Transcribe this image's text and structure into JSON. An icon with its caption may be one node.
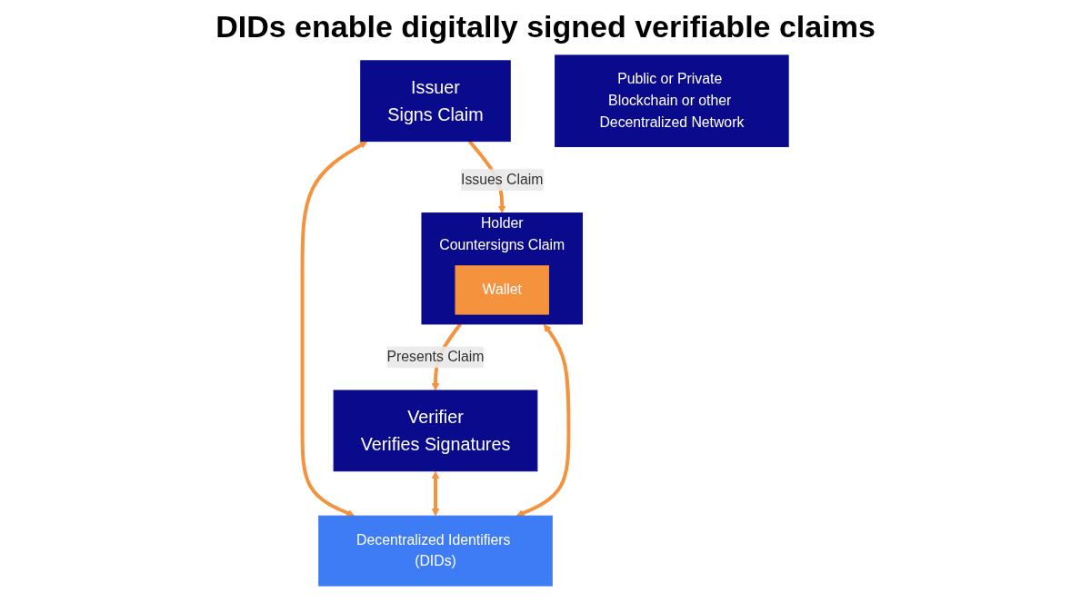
{
  "diagram": {
    "title": "DIDs enable digitally signed verifiable claims",
    "nodes": [
      {
        "text": [
          "Issuer",
          "Signs Claim"
        ]
      },
      {
        "text": [
          "Holder",
          "Countersigns Claim"
        ]
      },
      {
        "text": [
          "Wallet"
        ],
        "in": 1
      },
      {
        "text": [
          "Verifier",
          "Verifies Signatures"
        ]
      },
      {
        "text": [
          "Decentralized Identifiers (DIDs)"
        ]
      },
      {
        "text": [
          "Public or Private Blockchain or other Decentralized Network"
        ]
      }
    ],
    "edges": [
      {
        "from": 0,
        "to": 1,
        "arrow": "to",
        "label": "Issues Claim"
      },
      {
        "from": 1,
        "to": 3,
        "arrow": "to",
        "label": "Presents Claim"
      },
      {
        "from": 0,
        "to": 4,
        "arrow": "both"
      },
      {
        "from": 1,
        "to": 4,
        "arrow": "both"
      },
      {
        "from": 3,
        "to": 4,
        "arrow": "both"
      }
    ]
  }
}
